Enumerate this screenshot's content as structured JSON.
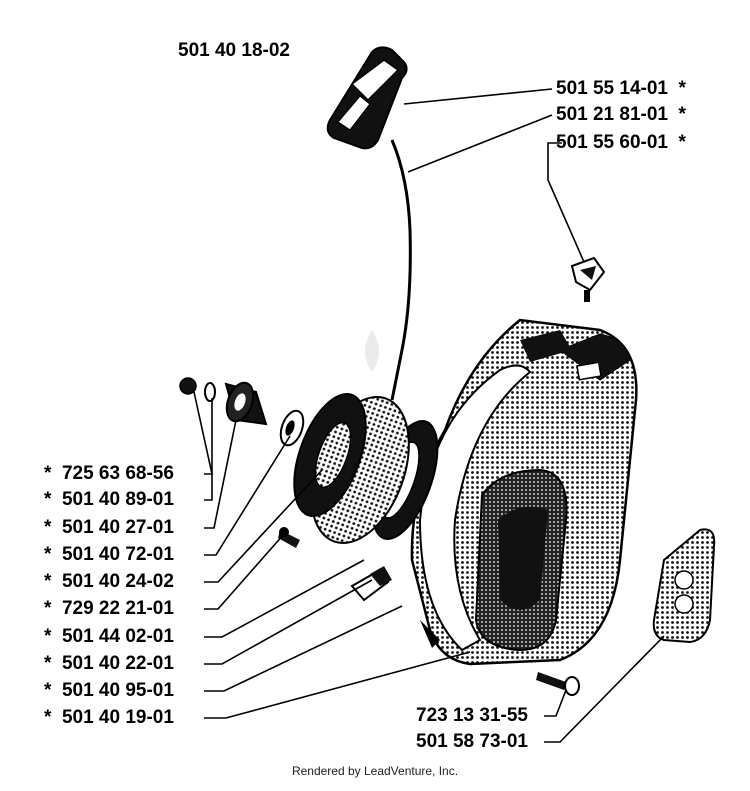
{
  "diagram": {
    "assembly_number": "501 40 18-02",
    "part_labels_right": [
      "501 55 14-01  *",
      "501 21 81-01  *",
      "501 55 60-01  *"
    ],
    "part_labels_left": [
      "*  725 63 68-56",
      "*  501 40 89-01",
      "*  501 40 27-01",
      "*  501 40 72-01",
      "*  501 40 24-02",
      "*  729 22 21-01",
      "*  501 44 02-01",
      "*  501 40 22-01",
      "*  501 40 95-01",
      "*  501 40 19-01"
    ],
    "part_labels_bottom": [
      "723 13 31-55",
      "501 58 73-01"
    ]
  },
  "footer": {
    "text": "Rendered by LeadVenture, Inc."
  }
}
